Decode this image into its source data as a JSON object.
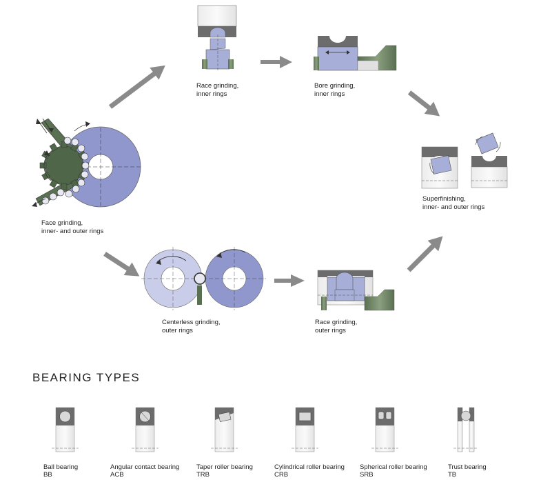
{
  "steps": {
    "face": {
      "line1": "Face grinding,",
      "line2": "inner- and outer rings"
    },
    "race_inner": {
      "line1": "Race grinding,",
      "line2": "inner rings"
    },
    "bore": {
      "line1": "Bore grinding,",
      "line2": "inner rings"
    },
    "superfinishing": {
      "line1": "Superfinishing,",
      "line2": "inner- and outer rings"
    },
    "centerless": {
      "line1": "Centerless grinding,",
      "line2": "outer rings"
    },
    "race_outer": {
      "line1": "Race grinding,",
      "line2": "outer rings"
    }
  },
  "bearing_types": {
    "title": "BEARING TYPES",
    "items": [
      {
        "name": "Ball bearing",
        "code": "BB"
      },
      {
        "name": "Angular contact bearing",
        "code": "ACB"
      },
      {
        "name": "Taper roller bearing",
        "code": "TRB"
      },
      {
        "name": "Cylindrical roller bearing",
        "code": "CRB"
      },
      {
        "name": "Spherical roller bearing",
        "code": "SRB"
      },
      {
        "name": "Trust bearing",
        "code": "TB"
      }
    ]
  },
  "colors": {
    "part_blue": "#a7afd8",
    "wheel_blue": "#8f97cc",
    "light_ring": "#c9cdea",
    "tool_green": "#5a7052",
    "dark_gray": "#6c6c6c",
    "arrow_gray": "#8a8a8a",
    "housing_light": "#e4e4e4"
  }
}
